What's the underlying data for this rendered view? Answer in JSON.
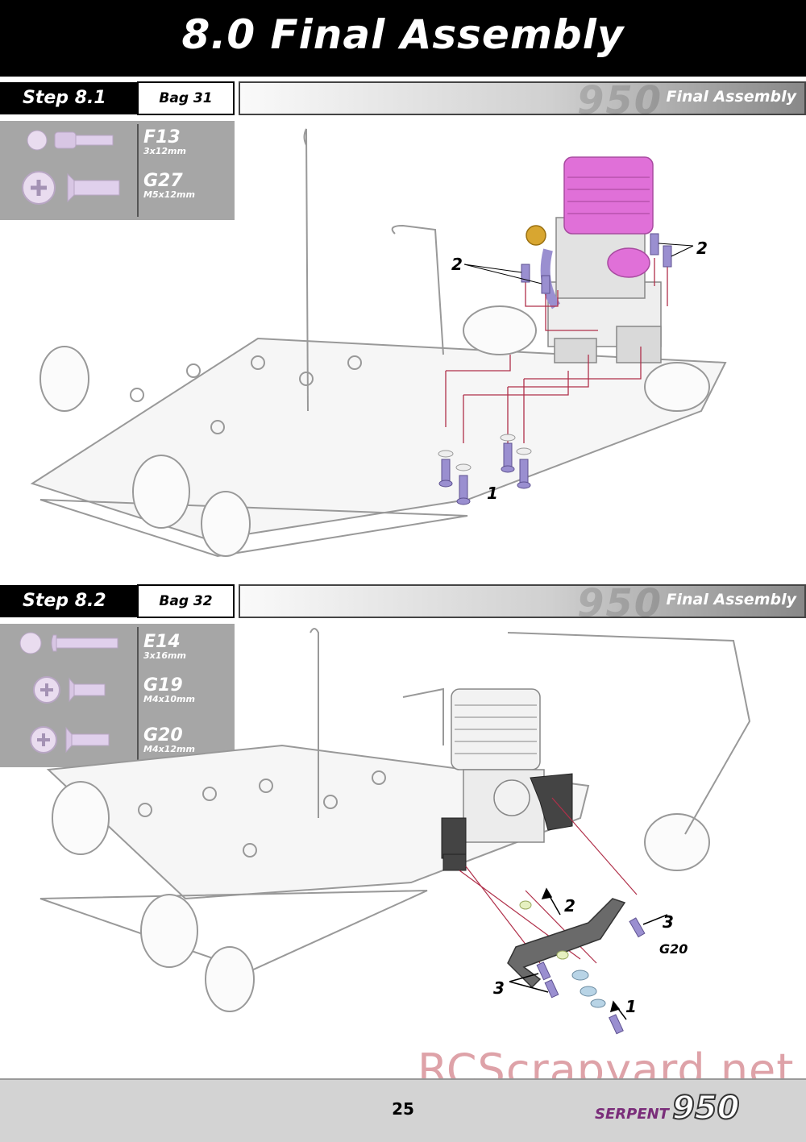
{
  "page_title": "8.0 Final Assembly",
  "steps": [
    {
      "label": "Step 8.1",
      "bag": "Bag 31",
      "banner_model": "950",
      "banner_text": "Final Assembly",
      "parts": [
        {
          "code": "F13",
          "size": "3x12mm"
        },
        {
          "code": "G27",
          "size": "M5x12mm"
        }
      ],
      "callouts": [
        "2",
        "2",
        "1"
      ]
    },
    {
      "label": "Step 8.2",
      "bag": "Bag 32",
      "banner_model": "950",
      "banner_text": "Final Assembly",
      "parts": [
        {
          "code": "E14",
          "size": "3x16mm"
        },
        {
          "code": "G19",
          "size": "M4x10mm"
        },
        {
          "code": "G20",
          "size": "M4x12mm"
        }
      ],
      "callouts": [
        "2",
        "3",
        "G20",
        "3",
        "1"
      ]
    }
  ],
  "footer": {
    "page_number": "25",
    "brand": "SERPENT",
    "brand_model": "950",
    "watermark": "RCScrapyard.net"
  },
  "colors": {
    "engine_head": "#e070d8",
    "screw": "#9a8fd0",
    "leader_line": "#b0304a",
    "panel_gray": "#a6a6a6"
  }
}
